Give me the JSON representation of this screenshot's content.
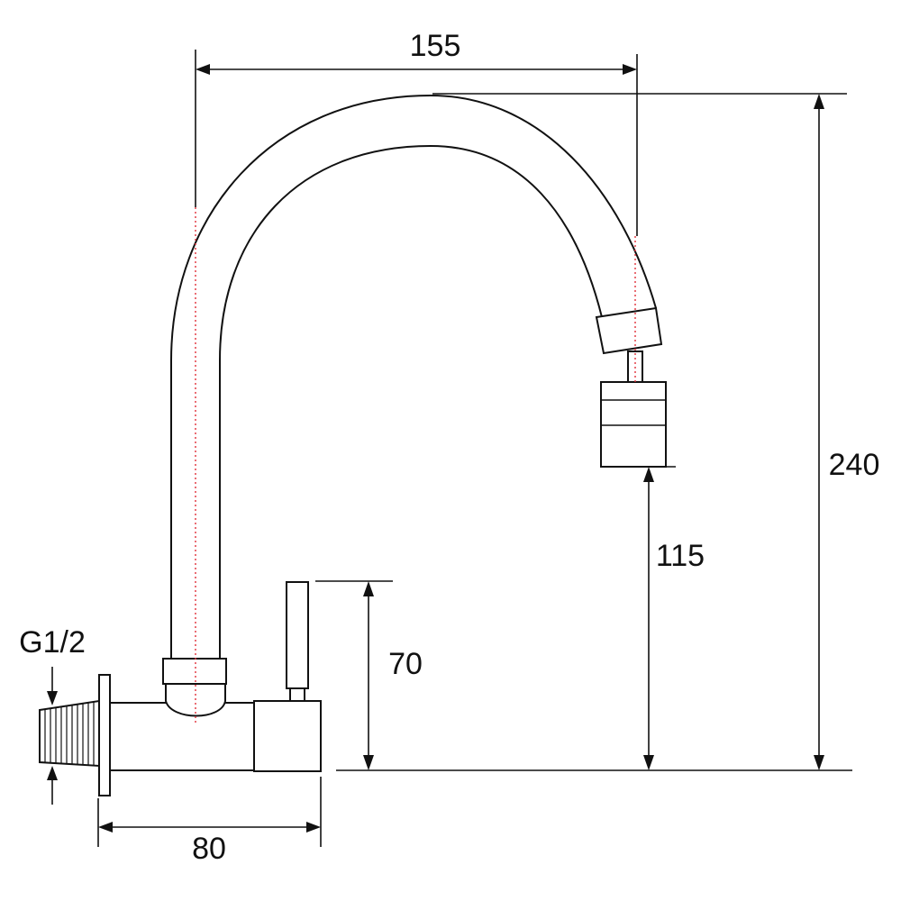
{
  "dimensions": {
    "spout_reach": "155",
    "total_height": "240",
    "outlet_height": "115",
    "handle_height": "70",
    "body_length": "80",
    "thread_size": "G1/2"
  },
  "colors": {
    "line": "#111111",
    "center_axis": "#e0303a",
    "background": "#ffffff"
  }
}
